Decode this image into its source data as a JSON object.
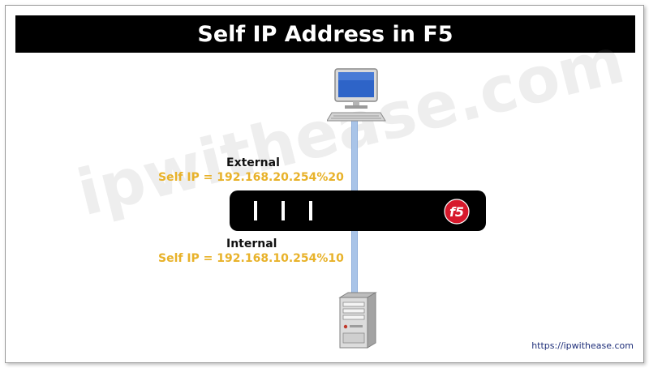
{
  "title": "Self IP Address in F5",
  "watermark": "ipwithease.com",
  "labels": {
    "external": "External",
    "external_ip": "Self IP = 192.168.20.254%20",
    "internal": "Internal",
    "internal_ip": "Self IP = 192.168.10.254%10"
  },
  "device": {
    "logo_text": "f5",
    "port_count": 3
  },
  "footer": {
    "url": "https://ipwithease.com"
  },
  "colors": {
    "title_bg": "#000000",
    "device_bg": "#000000",
    "ip_text": "#e8b22a",
    "link_line": "#a9c4e8",
    "f5_red": "#d7192c"
  },
  "icons": {
    "top": "desktop-computer-icon",
    "bottom": "server-tower-icon",
    "device_logo": "f5-logo-icon"
  }
}
